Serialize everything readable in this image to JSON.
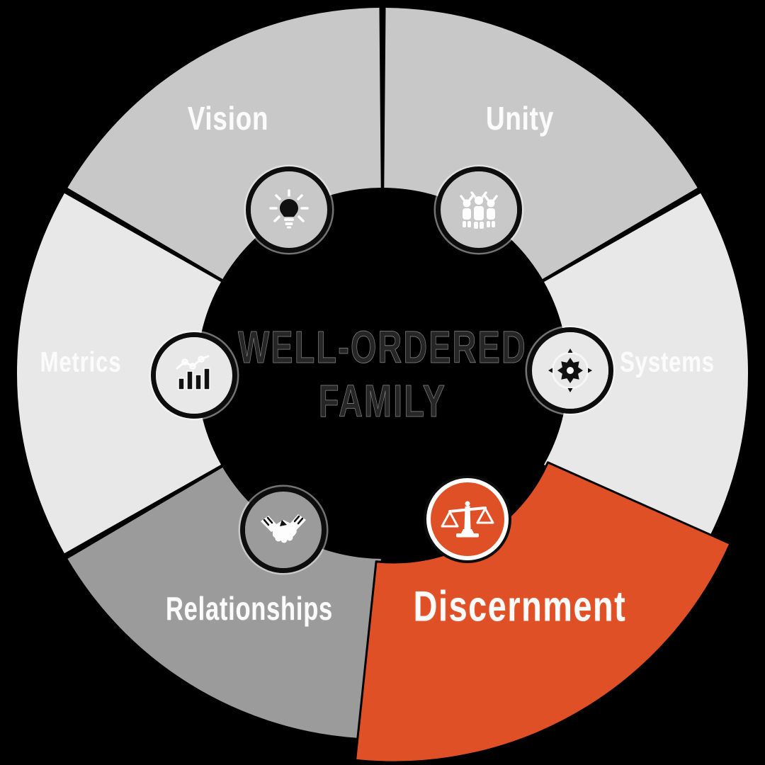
{
  "title": {
    "line1": "WELL-ORDERED",
    "line2": "FAMILY"
  },
  "segments": [
    {
      "id": "unity",
      "label": "Unity",
      "color": "#c8c8c8",
      "icon": "team-icon",
      "highlighted": false
    },
    {
      "id": "systems",
      "label": "Systems",
      "color": "#e8e8e8",
      "icon": "gear-icon",
      "highlighted": false
    },
    {
      "id": "discernment",
      "label": "Discernment",
      "color": "#e05026",
      "icon": "scales-icon",
      "highlighted": true
    },
    {
      "id": "relationships",
      "label": "Relationships",
      "color": "#9b9b9b",
      "icon": "handshake-icon",
      "highlighted": false
    },
    {
      "id": "metrics",
      "label": "Metrics",
      "color": "#e8e8e8",
      "icon": "bar-chart-icon",
      "highlighted": false
    },
    {
      "id": "vision",
      "label": "Vision",
      "color": "#c8c8c8",
      "icon": "lightbulb-icon",
      "highlighted": false
    }
  ],
  "colors": {
    "background": "#000000",
    "accent_orange": "#e05026",
    "segment_label_text": "#fbfbfb",
    "center_text": "#262626",
    "glyph_dark": "#111111",
    "glyph_light": "#fdfdfd"
  }
}
